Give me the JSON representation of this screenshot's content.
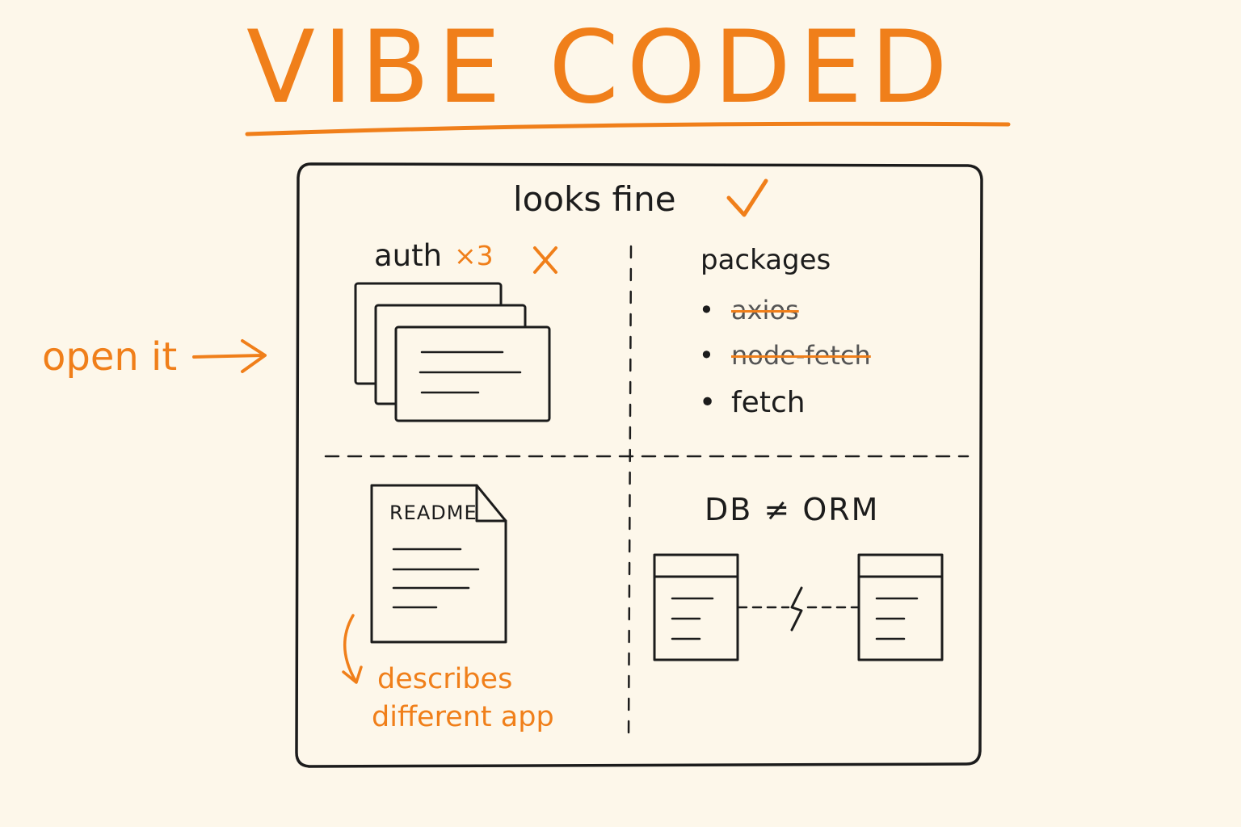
{
  "title": "VIBE CODED",
  "pointer_label": "open it",
  "header": {
    "text": "looks fine",
    "check_icon": "check-icon"
  },
  "auth": {
    "label": "auth",
    "multiplier": "×3",
    "cross_icon": "cross-icon"
  },
  "packages": {
    "label": "packages",
    "items": [
      {
        "name": "axios",
        "struck": true
      },
      {
        "name": "node-fetch",
        "struck": true
      },
      {
        "name": "fetch",
        "struck": false
      }
    ]
  },
  "readme": {
    "doc_label": "README",
    "note_line1": "describes",
    "note_line2": "different app"
  },
  "db": {
    "label": "DB ≠ ORM"
  },
  "colors": {
    "accent": "#f07f1a",
    "ink": "#1c1c1c",
    "paper": "#fdf7ea"
  }
}
